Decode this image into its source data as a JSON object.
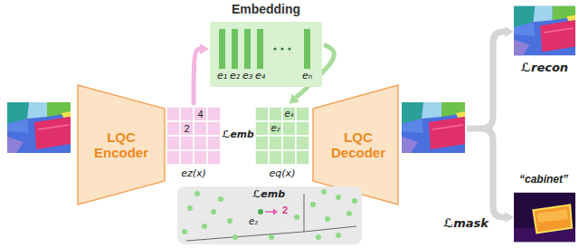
{
  "diagram": {
    "nodes": [
      {
        "text": [
          "Embedding",
          "e₁",
          "e₂",
          "e₃",
          "e₄",
          "eₙ"
        ]
      },
      {
        "text": [
          "LQC Encoder"
        ]
      },
      {
        "text": [
          "4",
          "2",
          "ez(x)"
        ]
      },
      {
        "text": [
          "e₄",
          "e₂",
          "eq(x)"
        ]
      },
      {
        "text": [
          "LQC Decoder"
        ]
      },
      {
        "text": [
          "ℒemb",
          "e₂",
          "2"
        ]
      }
    ],
    "edges": [
      {
        "from": 2,
        "to": 0,
        "arrow": "to"
      },
      {
        "from": 0,
        "to": 3,
        "arrow": "to"
      }
    ],
    "labels": [
      "ℒemb",
      "ℒrecon",
      "“cabinet”",
      "ℒmask"
    ]
  }
}
